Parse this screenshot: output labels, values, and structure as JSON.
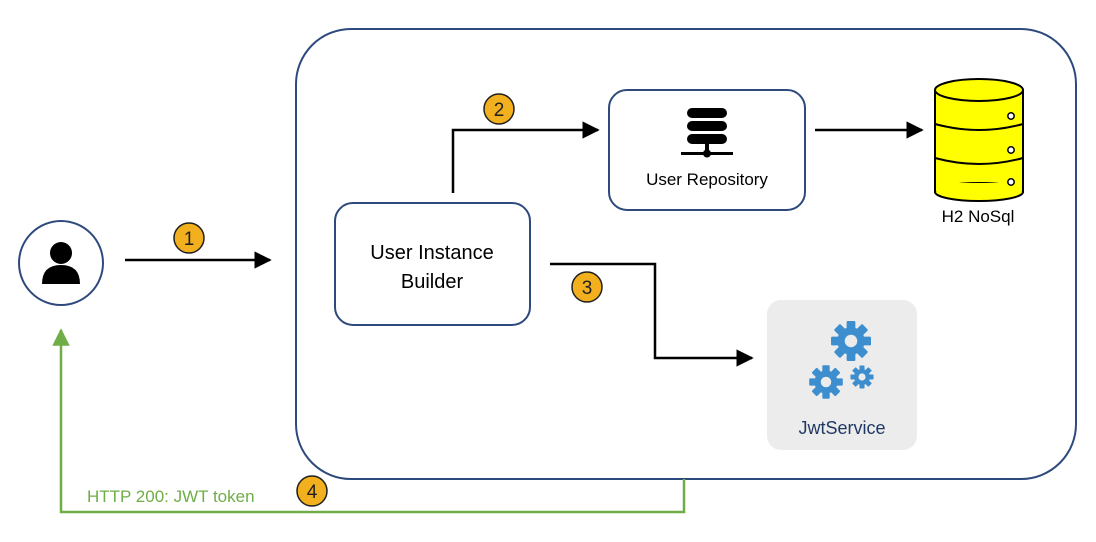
{
  "nodes": {
    "user": {
      "icon": "user-icon"
    },
    "builder": {
      "line1": "User Instance",
      "line2": "Builder"
    },
    "repository": {
      "label": "User Repository",
      "icon": "database-server-icon"
    },
    "database": {
      "label": "H2 NoSql",
      "icon": "database-icon"
    },
    "jwt": {
      "label": "JwtService",
      "icon": "gears-icon"
    }
  },
  "steps": {
    "s1": "1",
    "s2": "2",
    "s3": "3",
    "s4": "4"
  },
  "response": {
    "label": "HTTP 200: JWT token"
  },
  "colors": {
    "container_stroke": "#2e4a7d",
    "box_stroke": "#2e4a7d",
    "arrow": "#000000",
    "step_fill": "#f2b01e",
    "step_stroke": "#1f1f1f",
    "response": "#70ad47",
    "db_fill": "#ffff00",
    "jwt_bg": "#ececec",
    "jwt_text": "#1f3864",
    "gear": "#3d8ecf"
  }
}
